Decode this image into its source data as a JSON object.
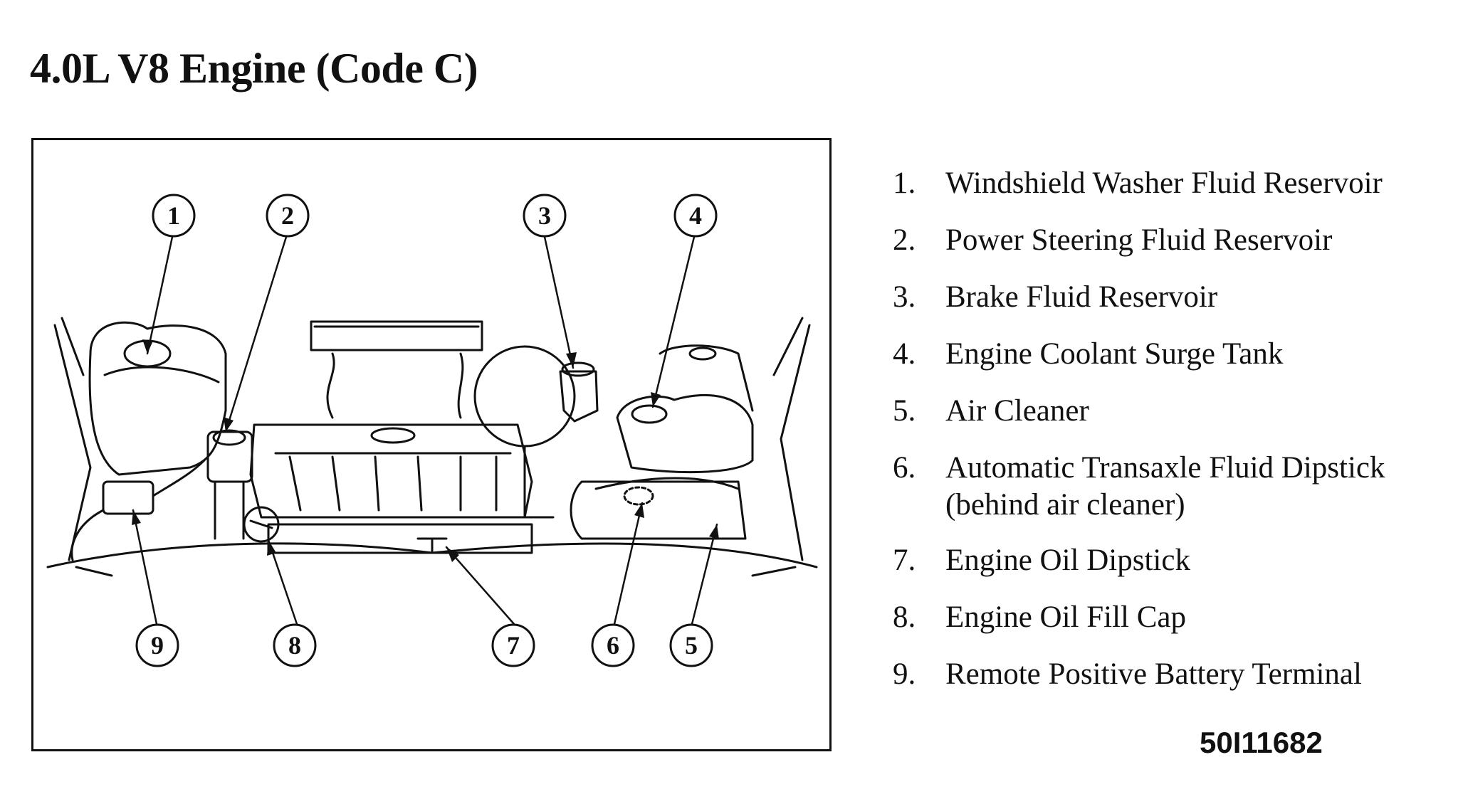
{
  "title": "4.0L V8 Engine (Code C)",
  "callouts": [
    "1",
    "2",
    "3",
    "4",
    "5",
    "6",
    "7",
    "8",
    "9"
  ],
  "legend": [
    {
      "number": "1.",
      "text": "Windshield Washer Fluid Reservoir"
    },
    {
      "number": "2.",
      "text": "Power Steering Fluid Reservoir"
    },
    {
      "number": "3.",
      "text": "Brake Fluid Reservoir"
    },
    {
      "number": "4.",
      "text": "Engine Coolant Surge Tank"
    },
    {
      "number": "5.",
      "text": "Air Cleaner"
    },
    {
      "number": "6.",
      "text": "Automatic Transaxle Fluid Dipstick",
      "subtext": "(behind air cleaner)"
    },
    {
      "number": "7.",
      "text": "Engine Oil Dipstick"
    },
    {
      "number": "8.",
      "text": "Engine Oil Fill Cap"
    },
    {
      "number": "9.",
      "text": "Remote Positive Battery Terminal"
    }
  ],
  "figure_id": "50I11682"
}
